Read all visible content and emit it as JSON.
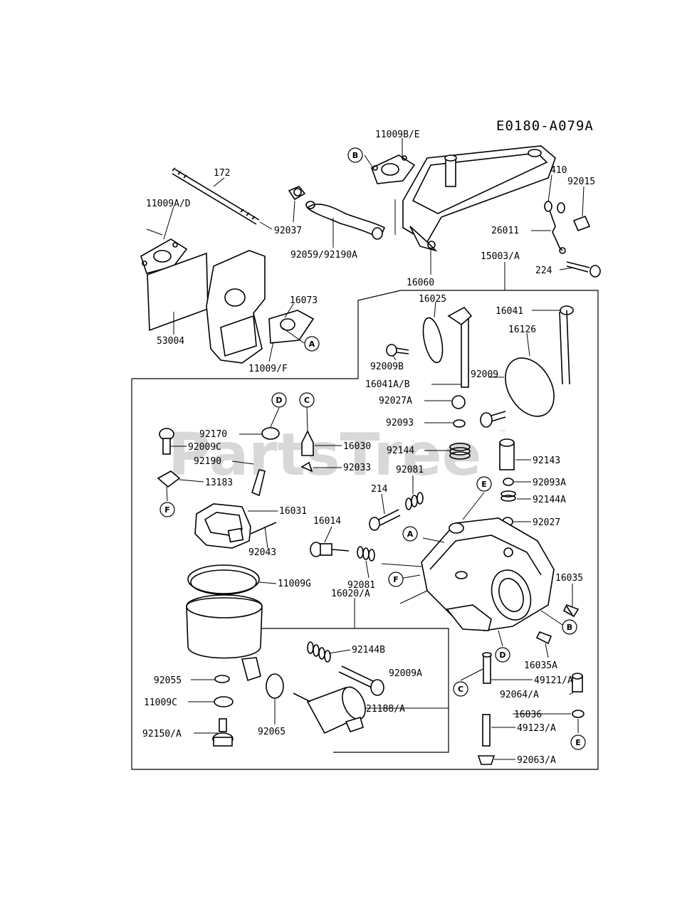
{
  "diagram": {
    "code": "E0180-A079A",
    "watermark": "PartsTree",
    "trademark": "™",
    "callouts": [
      "A",
      "B",
      "C",
      "D",
      "E",
      "F"
    ],
    "parts": {
      "p11009be": "11009B/E",
      "p172": "172",
      "p11009ad": "11009A/D",
      "p410": "410",
      "p92015": "92015",
      "p92037": "92037",
      "p26011": "26011",
      "p92059": "92059/92190A",
      "p224": "224",
      "p16060": "16060",
      "p15003": "15003/A",
      "p16073": "16073",
      "p53004": "53004",
      "p11009f": "11009/F",
      "p16025": "16025",
      "p16041": "16041",
      "p16126": "16126",
      "p92009b": "92009B",
      "p92009": "92009",
      "p16041ab": "16041A/B",
      "p92027a": "92027A",
      "p92093": "92093",
      "p92170": "92170",
      "p92009c": "92009C",
      "p16030": "16030",
      "p92144": "92144",
      "p92143": "92143",
      "p92190": "92190",
      "p92033": "92033",
      "p92081a": "92081",
      "p92093a": "92093A",
      "p13183": "13183",
      "p214": "214",
      "p92144a": "92144A",
      "p16031": "16031",
      "p92027": "92027",
      "p16014": "16014",
      "p92043": "92043",
      "p16035": "16035",
      "p92081b": "92081",
      "p11009g": "11009G",
      "p16020": "16020/A",
      "p92144b": "92144B",
      "p16035a": "16035A",
      "p92009a": "92009A",
      "p49121": "49121/A",
      "p92055": "92055",
      "p92064": "92064/A",
      "p11009c": "11009C",
      "p21188": "21188/A",
      "p16036": "16036",
      "p49123": "49123/A",
      "p92150": "92150/A",
      "p92065": "92065",
      "p92063": "92063/A"
    }
  }
}
